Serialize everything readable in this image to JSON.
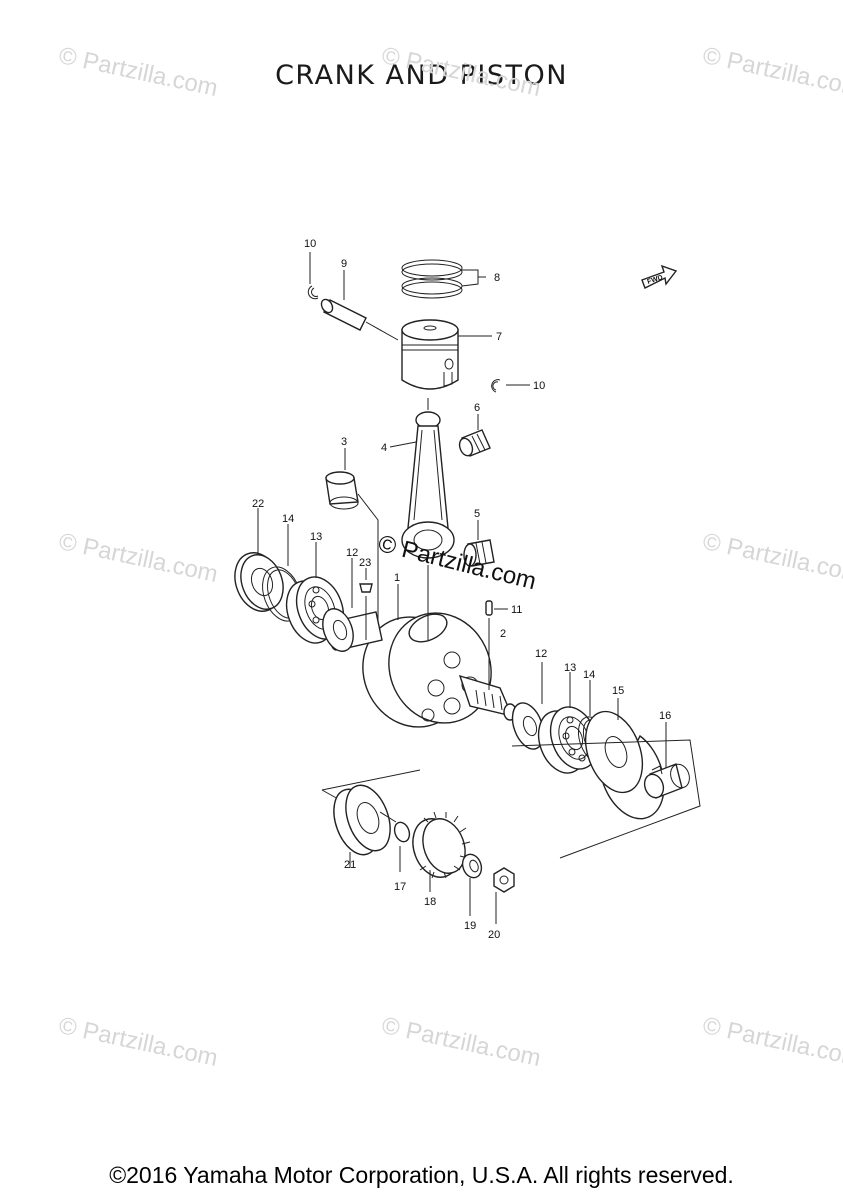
{
  "title": "CRANK AND PISTON",
  "copyright": "©2016 Yamaha Motor Corporation, U.S.A. All rights reserved.",
  "watermark_text": "© Partzilla.com",
  "fwd_label": "FWD",
  "callouts": {
    "c1": "1",
    "c2": "2",
    "c3": "3",
    "c4": "4",
    "c5": "5",
    "c6": "6",
    "c7": "7",
    "c8": "8",
    "c9": "9",
    "c10a": "10",
    "c10b": "10",
    "c11": "11",
    "c12a": "12",
    "c12b": "12",
    "c13a": "13",
    "c13b": "13",
    "c14a": "14",
    "c14b": "14",
    "c15": "15",
    "c16": "16",
    "c17": "17",
    "c18": "18",
    "c19": "19",
    "c20": "20",
    "c21": "21",
    "c22": "22",
    "c23": "23"
  }
}
